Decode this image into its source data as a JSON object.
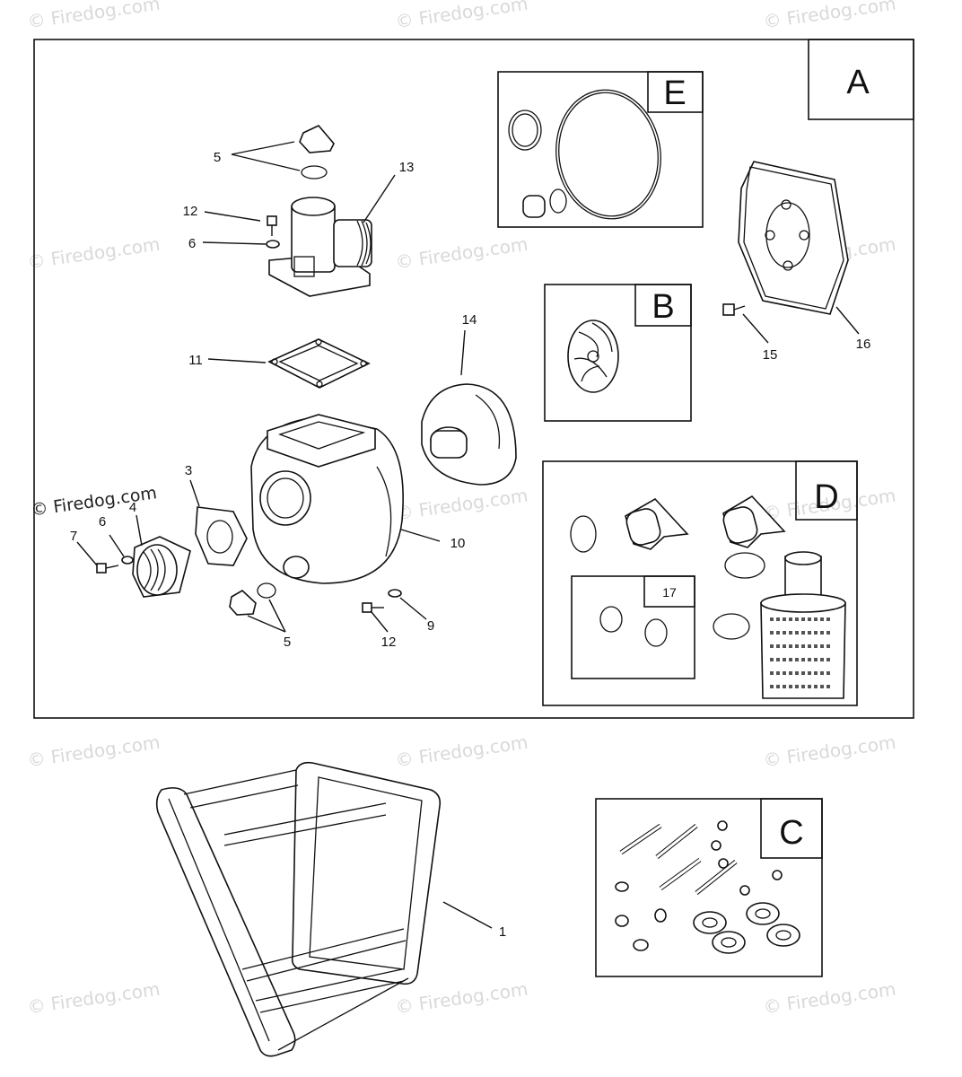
{
  "watermark": "© Firedog.com",
  "kits": {
    "A": "A",
    "B": "B",
    "C": "C",
    "D": "D",
    "E": "E",
    "sub": "17"
  },
  "callouts": {
    "c1": "1",
    "c3": "3",
    "c4": "4",
    "c5_top": "5",
    "c5_bottom": "5",
    "c6_left": "6",
    "c6_top": "6",
    "c7": "7",
    "c9": "9",
    "c10": "10",
    "c11": "11",
    "c12_top": "12",
    "c12_bottom": "12",
    "c13": "13",
    "c14": "14",
    "c15": "15",
    "c16": "16"
  }
}
